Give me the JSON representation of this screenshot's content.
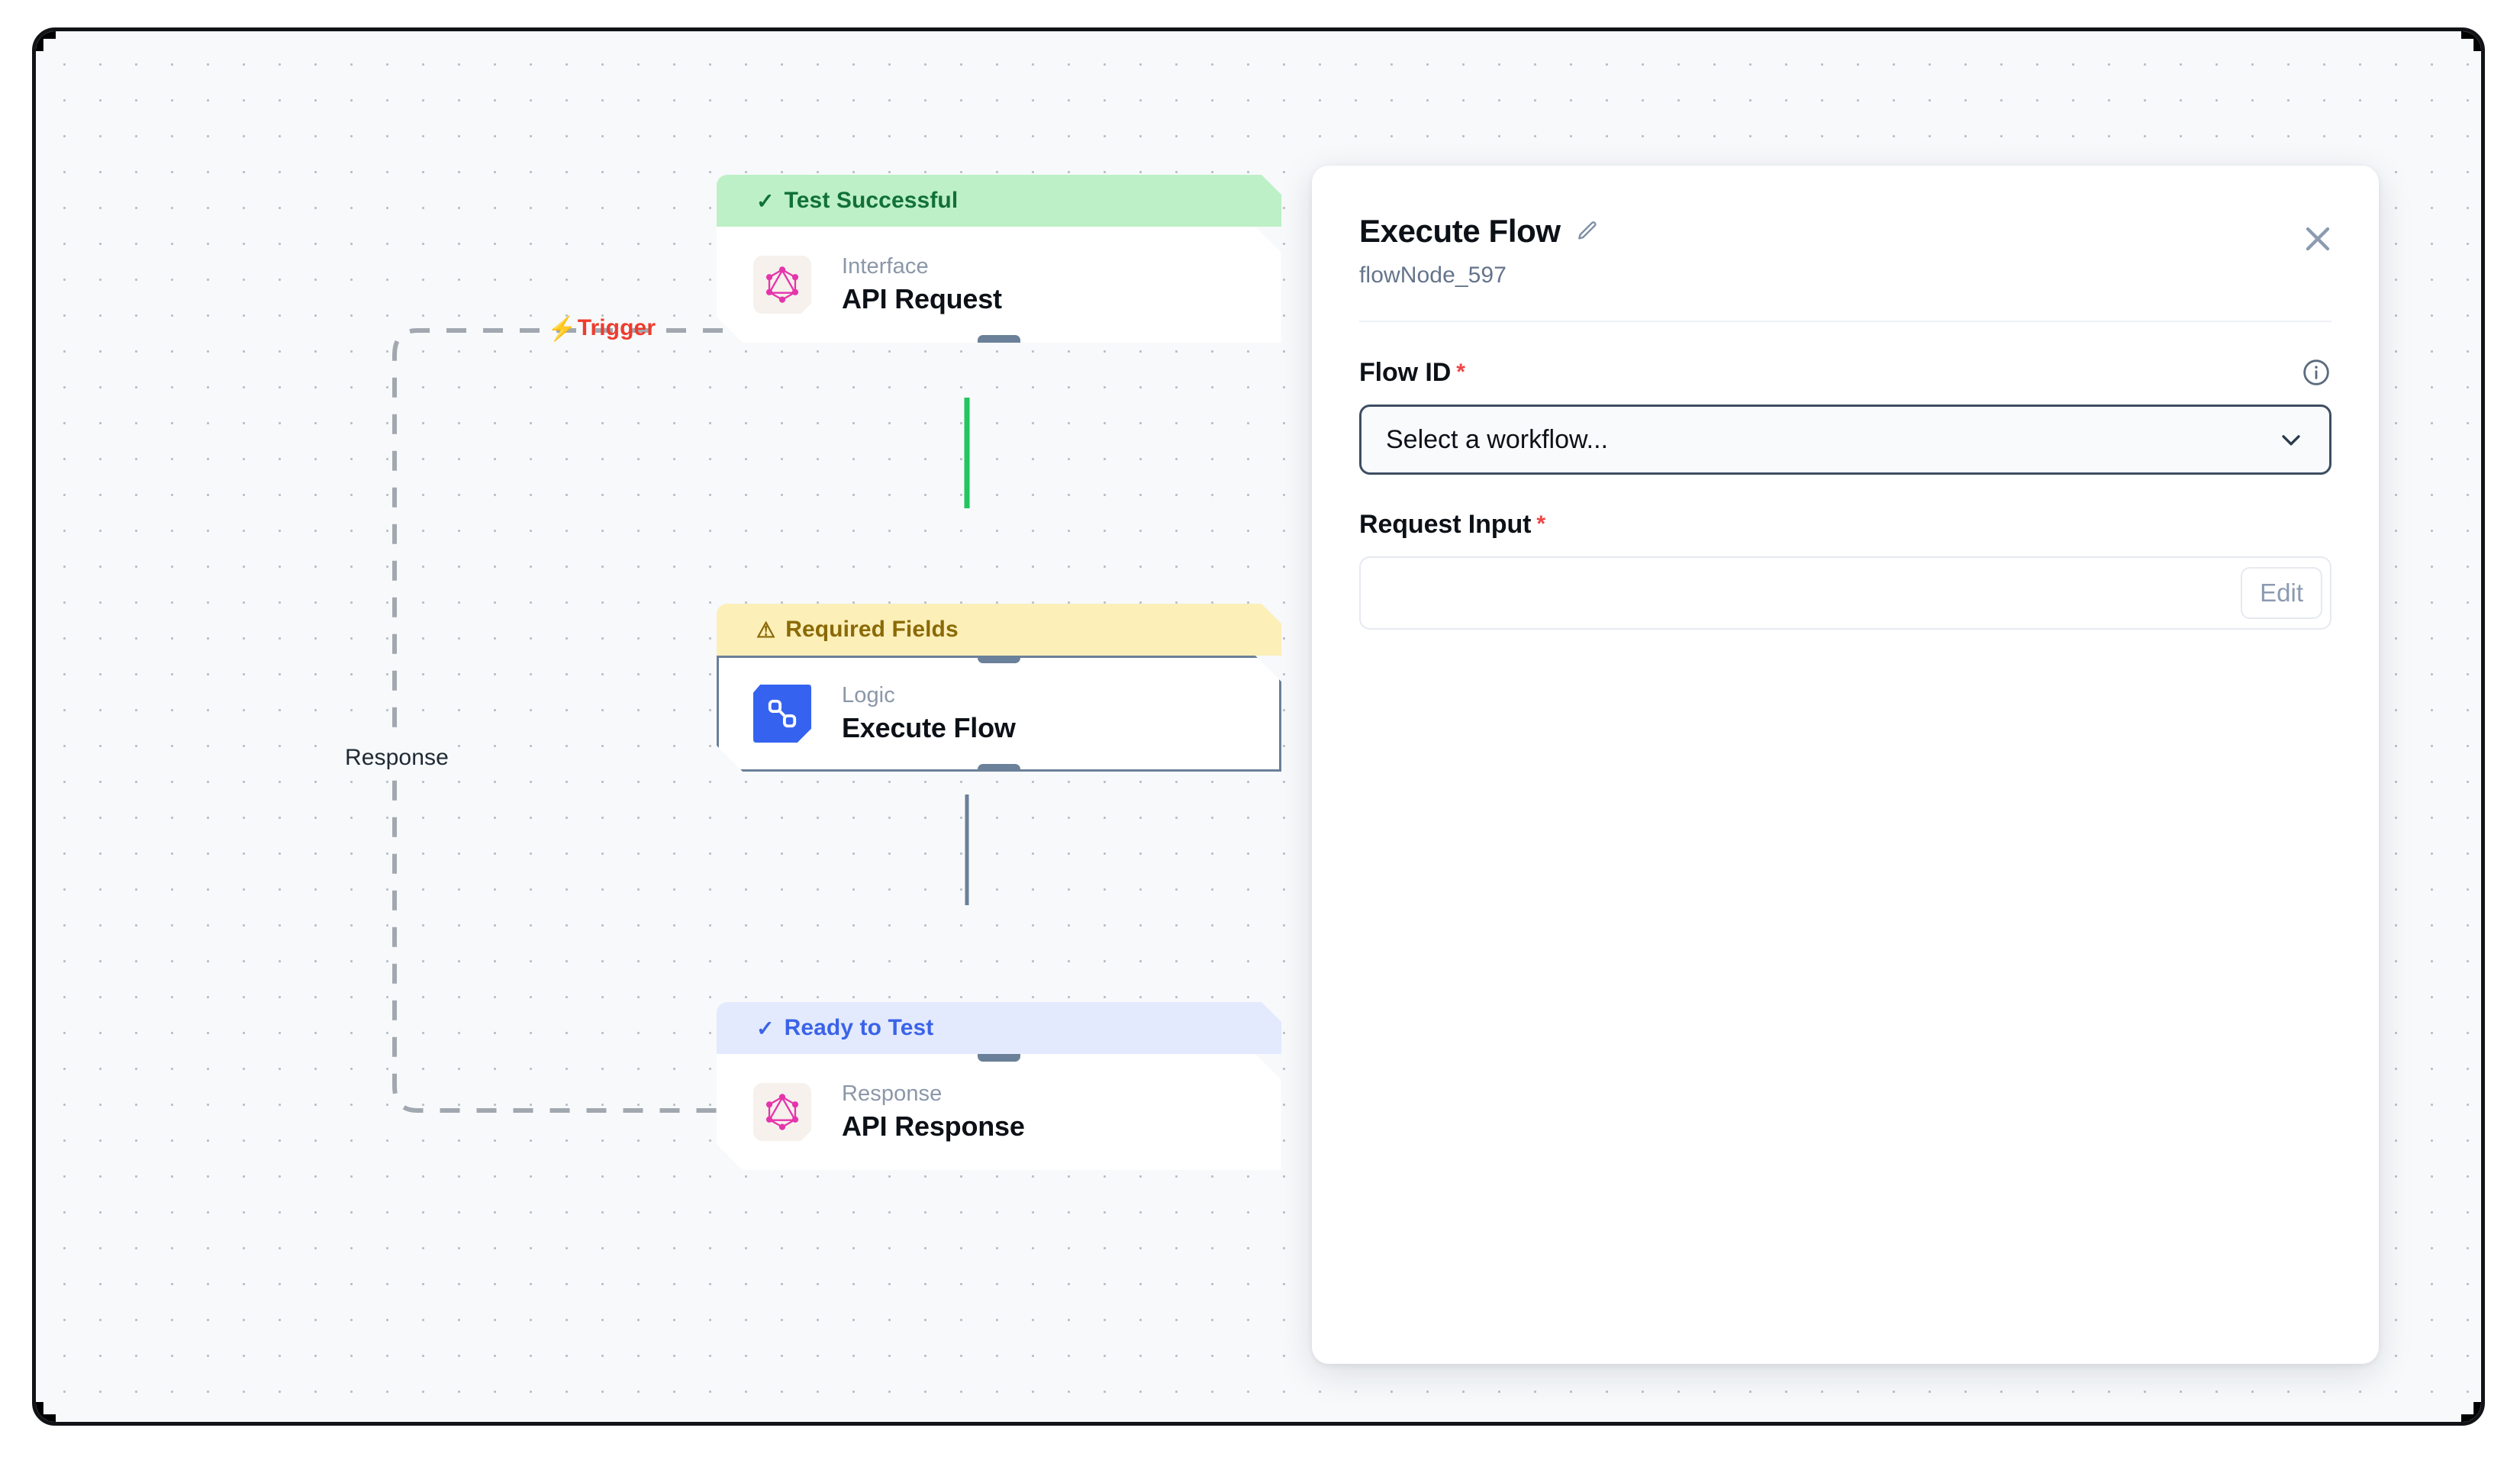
{
  "canvas": {
    "edge_labels": {
      "trigger": "Trigger",
      "trigger_icon": "lightning-bolt-icon",
      "trigger_color": "#ef3b2d",
      "response": "Response"
    },
    "nodes": [
      {
        "id": "api-request",
        "status": "Test Successful",
        "status_icon": "check-icon",
        "status_variant": "success",
        "status_color": "#11703a",
        "status_bg": "#bdf0c6",
        "kind": "Interface",
        "title": "API Request",
        "icon": "graphql-icon",
        "selected": false
      },
      {
        "id": "execute-flow",
        "status": "Required Fields",
        "status_icon": "warning-triangle-icon",
        "status_variant": "warning",
        "status_color": "#8a6a07",
        "status_bg": "#fcefb8",
        "kind": "Logic",
        "title": "Execute Flow",
        "icon": "workflow-nodes-icon",
        "selected": true
      },
      {
        "id": "api-response",
        "status": "Ready to Test",
        "status_icon": "check-icon",
        "status_variant": "ready",
        "status_color": "#3b63e8",
        "status_bg": "#e3eafe",
        "kind": "Response",
        "title": "API Response",
        "icon": "graphql-icon",
        "selected": false
      }
    ],
    "connectors": [
      {
        "from": "api-request",
        "to": "execute-flow",
        "color": "#22c55e"
      },
      {
        "from": "execute-flow",
        "to": "api-response",
        "color": "#6b8099"
      }
    ]
  },
  "panel": {
    "title": "Execute Flow",
    "edit_icon": "pencil-icon",
    "subtitle": "flowNode_597",
    "close_icon": "close-icon",
    "fields": [
      {
        "label": "Flow ID",
        "required_marker": "*",
        "info_icon": "info-circle-icon",
        "control": "select",
        "value": "Select a workflow...",
        "chevron_icon": "chevron-down-icon"
      },
      {
        "label": "Request Input",
        "required_marker": "*",
        "control": "text",
        "value": "",
        "button_label": "Edit"
      }
    ]
  }
}
